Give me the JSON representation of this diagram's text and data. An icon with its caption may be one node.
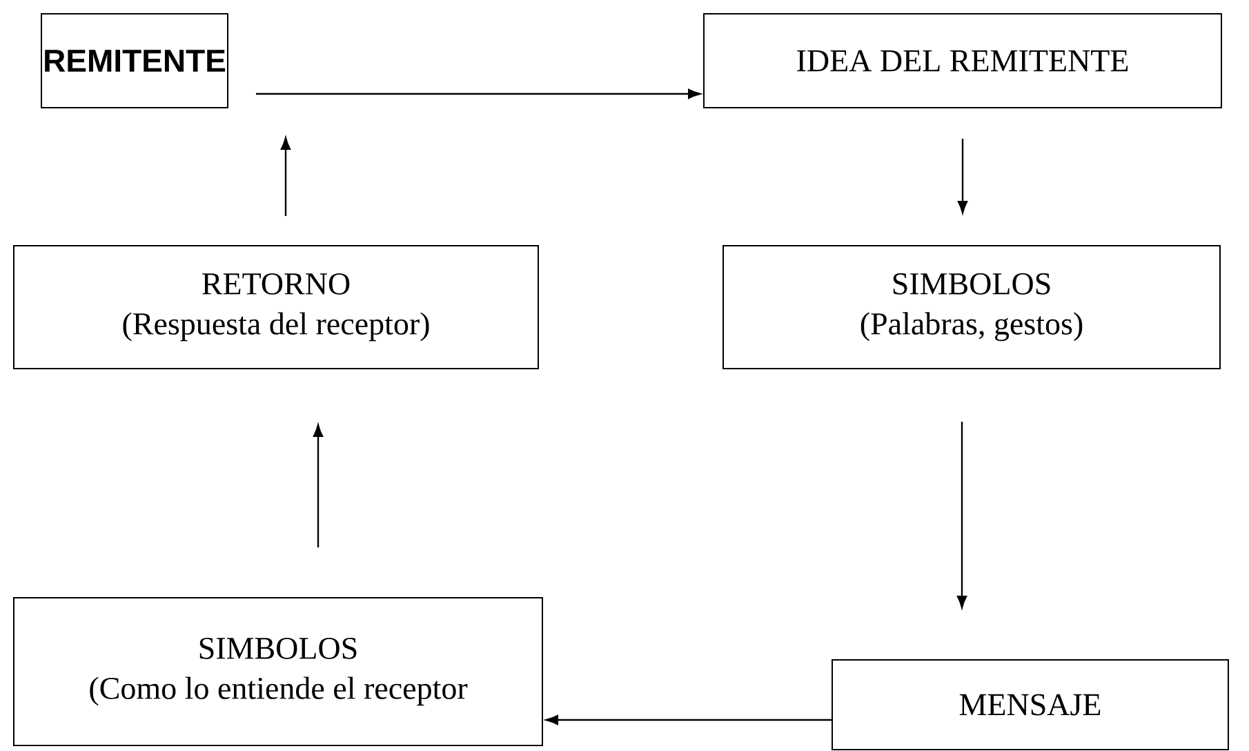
{
  "diagram": {
    "nodes": [
      {
        "text": [
          "REMITENTE"
        ]
      },
      {
        "text": [
          "IDEA DEL REMITENTE"
        ]
      },
      {
        "text": [
          "RETORNO",
          "(Respuesta del receptor)"
        ]
      },
      {
        "text": [
          "SIMBOLOS",
          "(Palabras, gestos)"
        ]
      },
      {
        "text": [
          "SIMBOLOS",
          "(Como lo entiende el receptor"
        ]
      },
      {
        "text": [
          "MENSAJE"
        ]
      }
    ],
    "edges": [
      {
        "from": 0,
        "to": 1,
        "arrow": "to"
      },
      {
        "from": 1,
        "to": 3,
        "arrow": "to"
      },
      {
        "from": 3,
        "to": 5,
        "arrow": "to"
      },
      {
        "from": 5,
        "to": 4,
        "arrow": "to"
      },
      {
        "from": 4,
        "to": 2,
        "arrow": "to"
      },
      {
        "from": 2,
        "to": 0,
        "arrow": "to"
      }
    ]
  }
}
